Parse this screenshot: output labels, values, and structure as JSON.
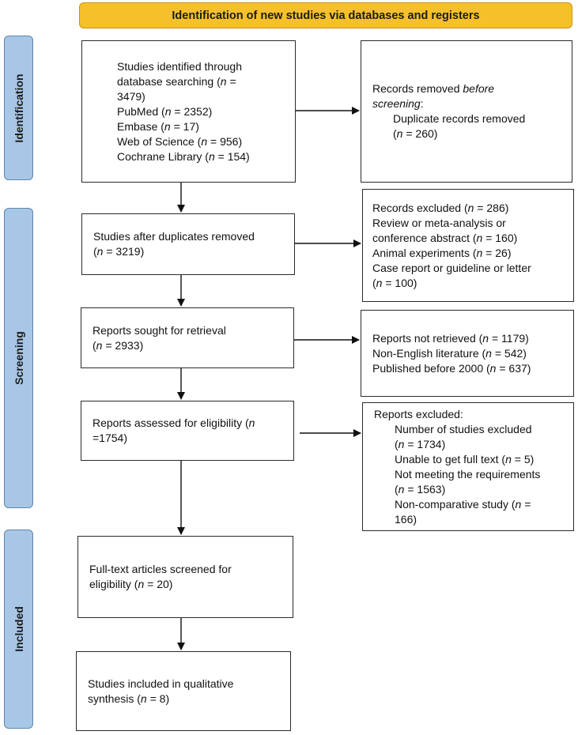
{
  "header": "Identification of new studies via databases and registers",
  "stages": {
    "identification": "Identification",
    "screening": "Screening",
    "included": "Included"
  },
  "n_symbol": "n",
  "box_identified": {
    "l1": "Studies identified through",
    "l2a": "database searching (",
    "l2b": " =",
    "l3": "3479)",
    "pubmed_a": "PubMed (",
    "pubmed_b": " = 2352)",
    "embase_a": "Embase (",
    "embase_b": " = 17)",
    "wos_a": "Web of Science (",
    "wos_b": " = 956)",
    "cochrane_a": "Cochrane Library (",
    "cochrane_b": " = 154)"
  },
  "box_removed": {
    "l1": "Records removed ",
    "l1_em": "before",
    "l2_em": "screening",
    "l2_b": ":",
    "l3": "Duplicate records removed",
    "l4a": "(",
    "l4b": " = 260)"
  },
  "box_after_dup": {
    "l1": "Studies after duplicates removed",
    "l2a": "(",
    "l2b": " = 3219)"
  },
  "box_excluded": {
    "l1a": "Records excluded (",
    "l1b": " = 286)",
    "l2": "Review or meta-analysis or",
    "l3a": "conference abstract (",
    "l3b": " = 160)",
    "l4a": "Animal experiments (",
    "l4b": " = 26)",
    "l5": "Case report or guideline or letter",
    "l6a": "(",
    "l6b": " = 100)"
  },
  "box_sought": {
    "l1": "Reports sought for retrieval",
    "l2a": "(",
    "l2b": " = 2933)"
  },
  "box_not_retrieved": {
    "l1a": "Reports not retrieved (",
    "l1b": " = 1179)",
    "l2a": "Non-English literature (",
    "l2b": " = 542)",
    "l3a": "Published before 2000 (",
    "l3b": " = 637)"
  },
  "box_assessed": {
    "l1a": "Reports assessed for eligibility (",
    "l2": "=1754)"
  },
  "box_reports_excluded": {
    "l1": "Reports excluded:",
    "l2": "Number of studies excluded",
    "l3a": "(",
    "l3b": " = 1734)",
    "l4a": "Unable to get full text (",
    "l4b": " = 5)",
    "l5": "Not meeting the requirements",
    "l6a": "(",
    "l6b": " = 1563)",
    "l7a": "Non-comparative study (",
    "l7b": " =",
    "l8": "166)"
  },
  "box_fulltext": {
    "l1": "Full-text articles screened for",
    "l2a": "eligibility (",
    "l2b": " = 20)"
  },
  "box_included": {
    "l1": "Studies included in qualitative",
    "l2a": "synthesis (",
    "l2b": " = 8)"
  }
}
